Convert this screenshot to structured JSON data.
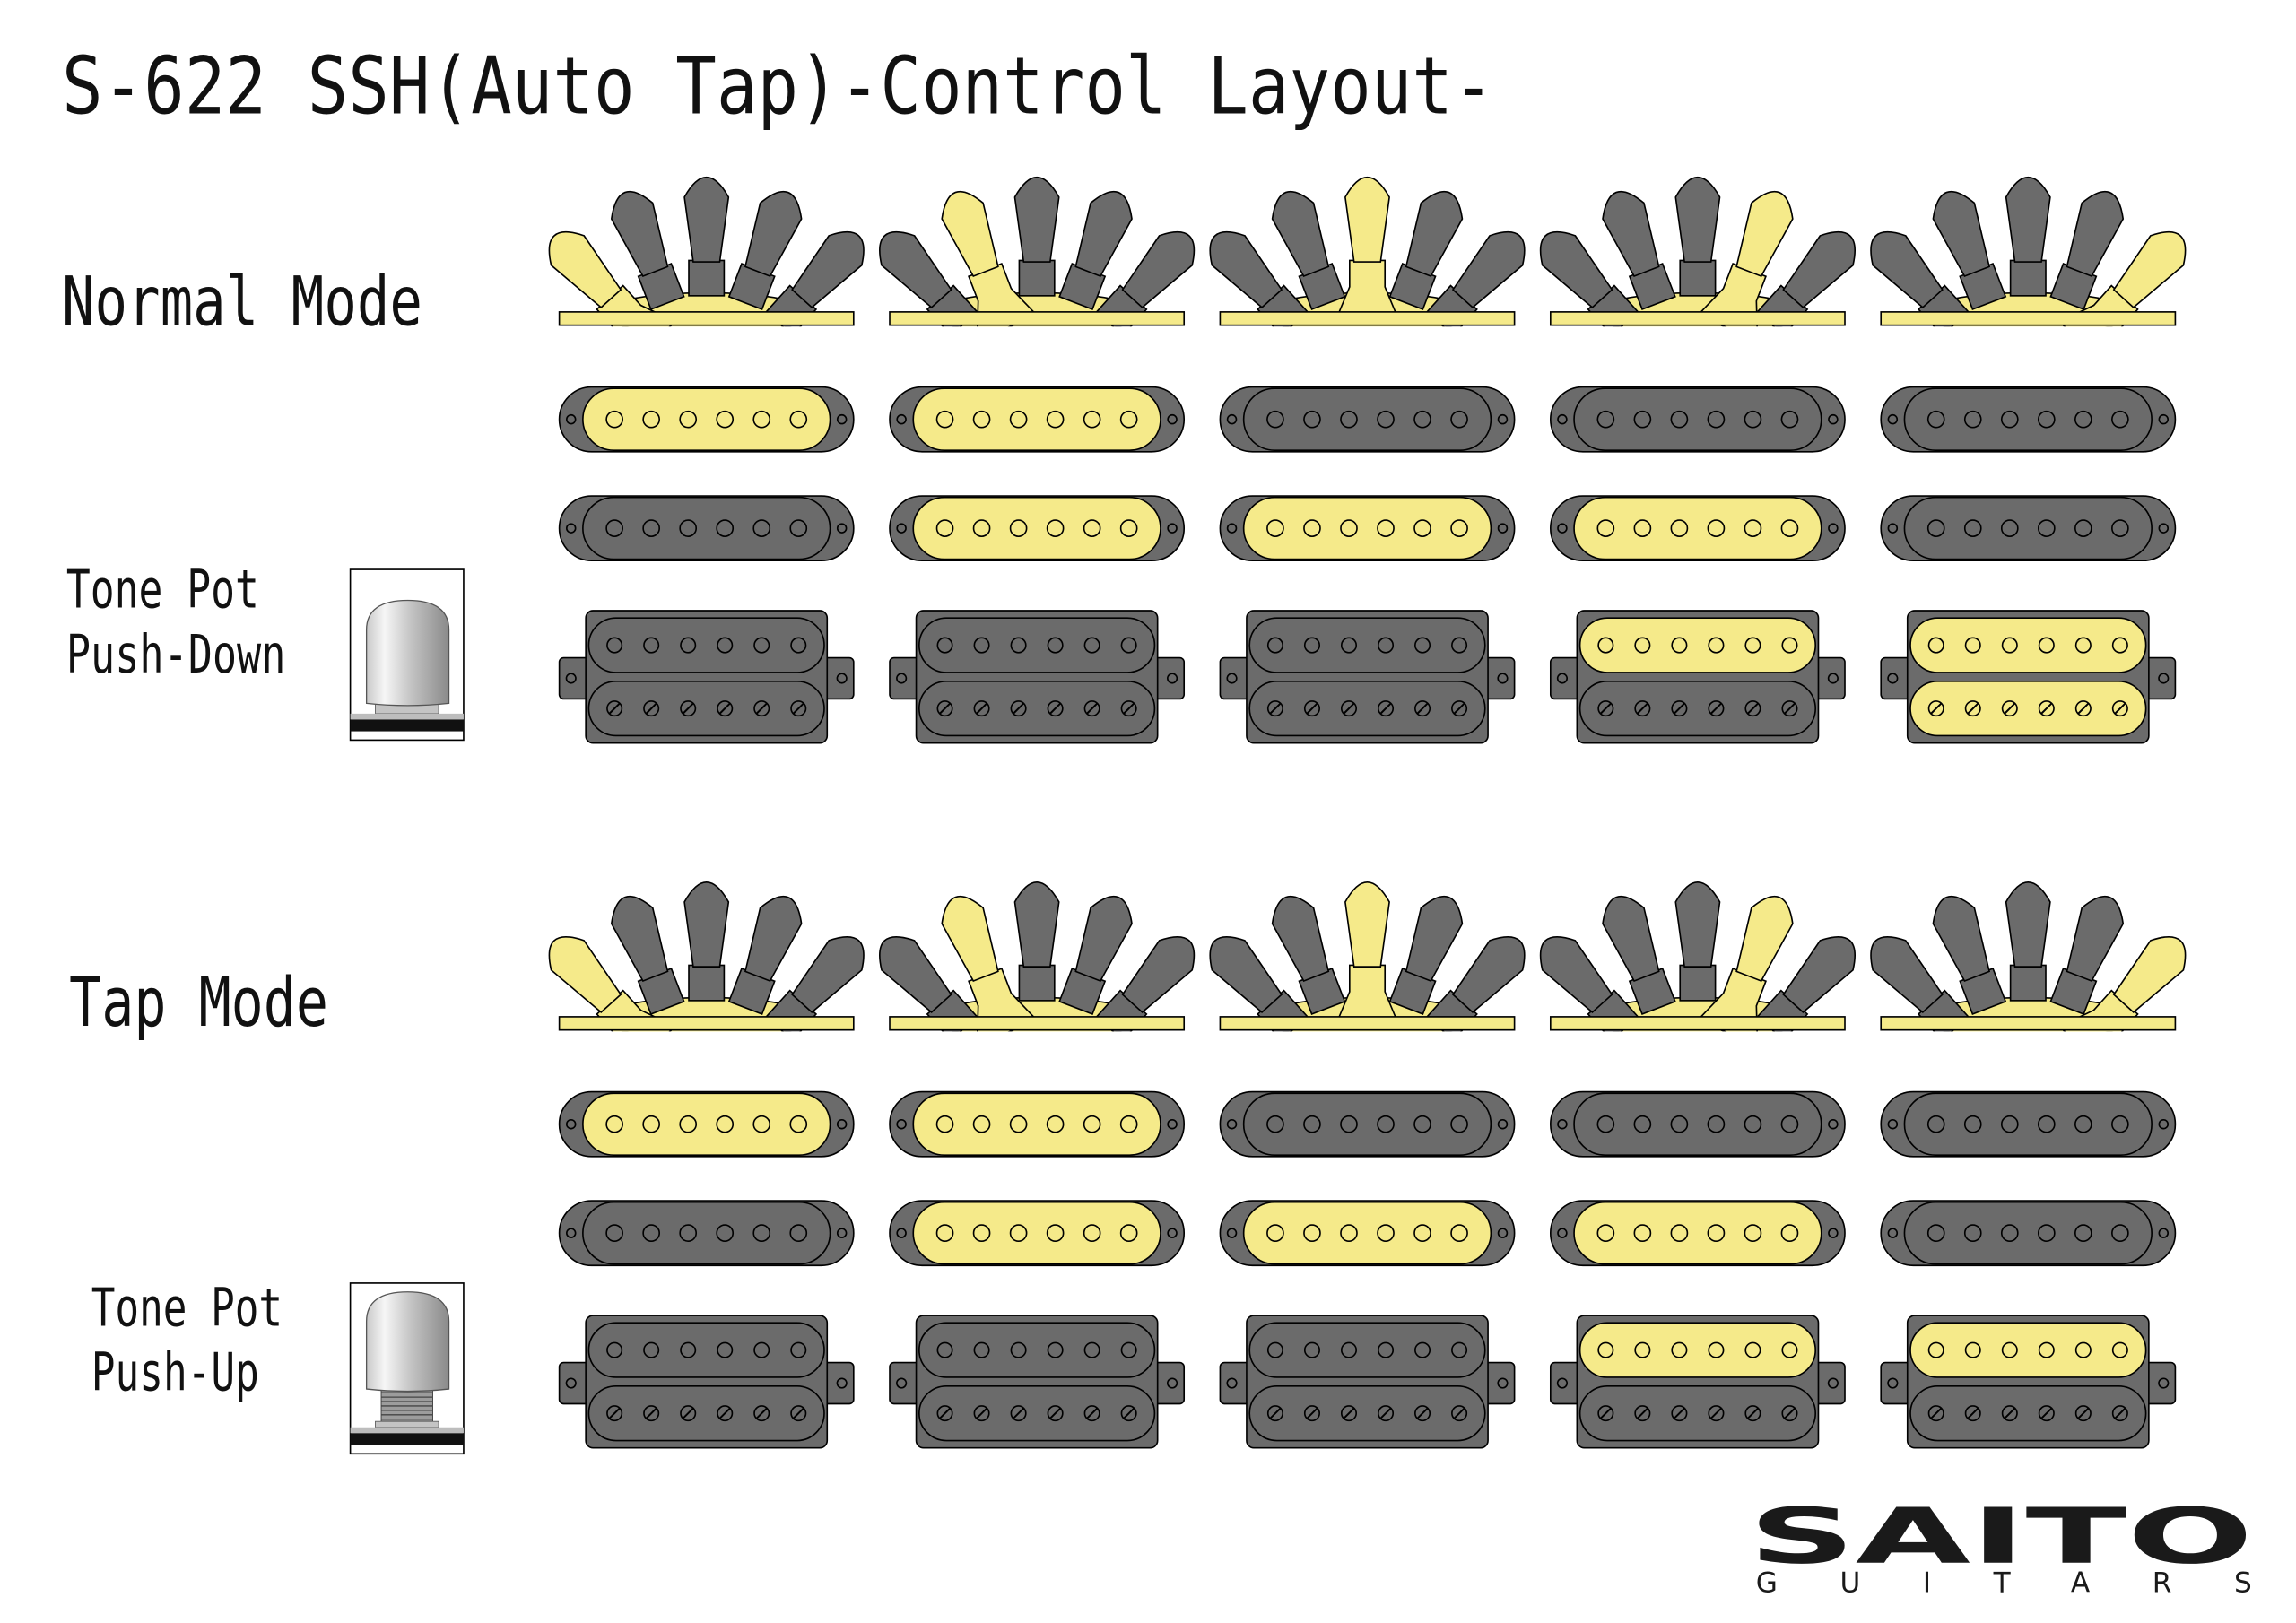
{
  "title": "S-622 SSH(Auto Tap)-Control Layout-",
  "colors": {
    "background": "#ffffff",
    "active": "#f5ea8a",
    "inactive": "#6b6b6b",
    "outline": "#000000",
    "text": "#111111"
  },
  "modes": [
    {
      "name": "Normal Mode",
      "tone_pot": {
        "label_line1": "Tone Pot",
        "label_line2": "Push-Down",
        "knob_raised": false
      },
      "positions": [
        {
          "selected_lever": 1,
          "neck": true,
          "middle": false,
          "bridge_top_coil": false,
          "bridge_bottom_coil": false
        },
        {
          "selected_lever": 2,
          "neck": true,
          "middle": true,
          "bridge_top_coil": false,
          "bridge_bottom_coil": false
        },
        {
          "selected_lever": 3,
          "neck": false,
          "middle": true,
          "bridge_top_coil": false,
          "bridge_bottom_coil": false
        },
        {
          "selected_lever": 4,
          "neck": false,
          "middle": true,
          "bridge_top_coil": true,
          "bridge_bottom_coil": false
        },
        {
          "selected_lever": 5,
          "neck": false,
          "middle": false,
          "bridge_top_coil": true,
          "bridge_bottom_coil": true
        }
      ]
    },
    {
      "name": "Tap Mode",
      "tone_pot": {
        "label_line1": "Tone Pot",
        "label_line2": "Push-Up",
        "knob_raised": true
      },
      "positions": [
        {
          "selected_lever": 1,
          "neck": true,
          "middle": false,
          "bridge_top_coil": false,
          "bridge_bottom_coil": false
        },
        {
          "selected_lever": 2,
          "neck": true,
          "middle": true,
          "bridge_top_coil": false,
          "bridge_bottom_coil": false
        },
        {
          "selected_lever": 3,
          "neck": false,
          "middle": true,
          "bridge_top_coil": false,
          "bridge_bottom_coil": false
        },
        {
          "selected_lever": 4,
          "neck": false,
          "middle": true,
          "bridge_top_coil": true,
          "bridge_bottom_coil": false
        },
        {
          "selected_lever": 5,
          "neck": false,
          "middle": false,
          "bridge_top_coil": true,
          "bridge_bottom_coil": false
        }
      ]
    }
  ],
  "logo": {
    "brand": "SAITO",
    "sub": "GUITARS"
  }
}
